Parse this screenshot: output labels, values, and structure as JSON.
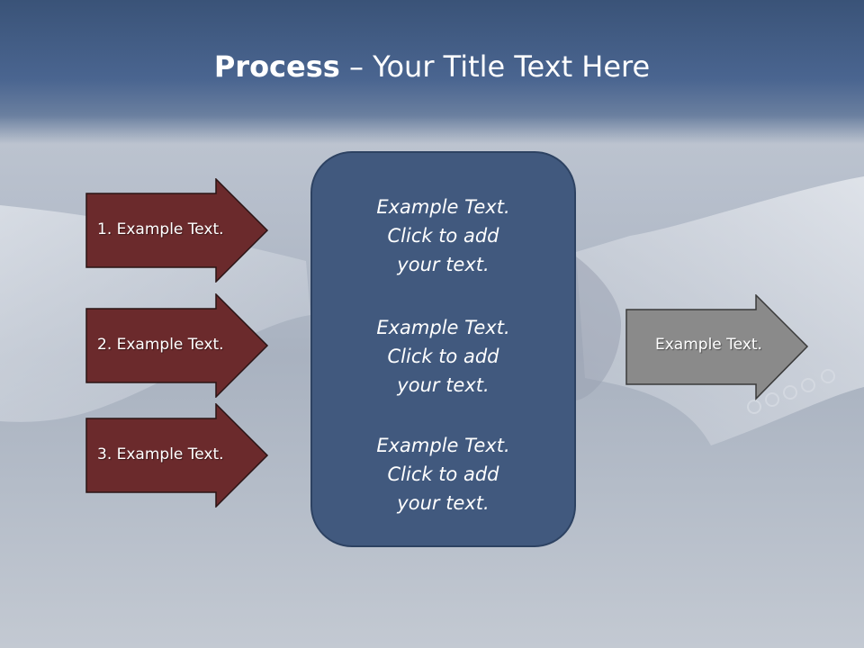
{
  "slide": {
    "title_bold": "Process",
    "title_rest": " – Your Title Text Here"
  },
  "left_arrows": [
    {
      "label": "1. Example Text."
    },
    {
      "label": "2. Example Text."
    },
    {
      "label": "3. Example Text."
    }
  ],
  "center_box": {
    "items": [
      {
        "line1": "Example Text.",
        "line2": "Click  to add",
        "line3": "your text."
      },
      {
        "line1": "Example Text.",
        "line2": "Click  to add",
        "line3": "your text."
      },
      {
        "line1": "Example Text.",
        "line2": "Click  to add",
        "line3": "your text."
      }
    ]
  },
  "right_arrow": {
    "label": "Example Text."
  },
  "colors": {
    "title_band": "#3a5378",
    "left_arrow_fill": "#6b2a2c",
    "center_box_fill": "#41597e",
    "right_arrow_fill": "#8a8a8a"
  }
}
